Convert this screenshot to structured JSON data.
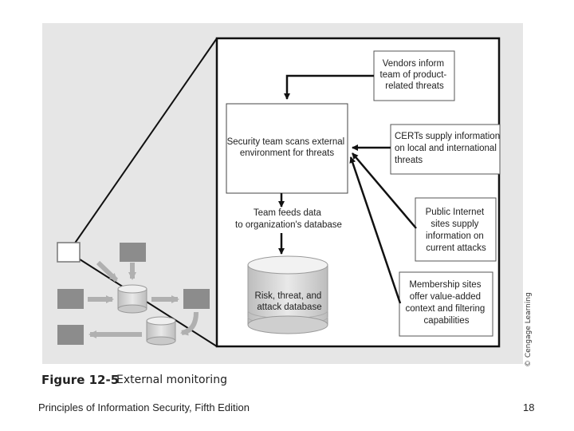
{
  "figure": {
    "number": "Figure 12-5",
    "title": "External monitoring",
    "credit": "© Cengage Learning"
  },
  "diagram": {
    "main_box": [
      "Security team scans external",
      "environment for threats"
    ],
    "feed_label": [
      "Team feeds data",
      "to organization's database"
    ],
    "database": [
      "Risk, threat, and",
      "attack database"
    ],
    "sources": [
      [
        "Vendors inform",
        "team of product-",
        "related threats"
      ],
      [
        "CERTs supply information",
        "on local and international",
        "threats"
      ],
      [
        "Public Internet",
        "sites supply",
        "information on",
        "current attacks"
      ],
      [
        "Membership sites",
        "offer value-added",
        "context and filtering",
        "capabilities"
      ]
    ]
  },
  "footer": {
    "left": "Principles of Information Security, Fifth Edition",
    "page_number": "18"
  }
}
